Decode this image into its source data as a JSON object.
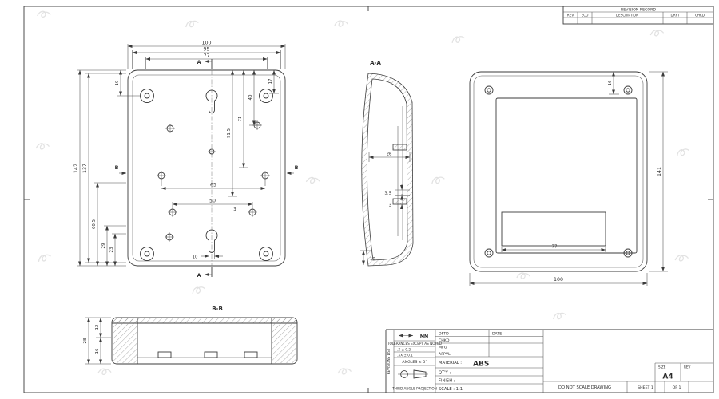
{
  "revision_record": {
    "title": "REVISION RECORD",
    "columns": [
      "REV",
      "ECO",
      "DESCRIPTION",
      "DRFT",
      "CHKD"
    ]
  },
  "front_view": {
    "section_a_top": "A",
    "section_a_bottom": "A",
    "section_b_left": "B",
    "section_b_right": "B",
    "dim_100": "100",
    "dim_95": "95",
    "dim_77": "77",
    "dim_142": "142",
    "dim_137": "137",
    "dim_19": "19",
    "dim_17": "17",
    "dim_40": "40",
    "dim_71": "71",
    "dim_91_5": "91.5",
    "dim_65": "65",
    "dim_50": "50",
    "dim_60_5": "60.5",
    "dim_29": "29",
    "dim_23": "23",
    "dim_10": "10",
    "dim_3": "3"
  },
  "section_aa": {
    "title": "A-A",
    "dim_26": "26",
    "dim_3_5": "3.5",
    "dim_3": "3",
    "dim_10": "10"
  },
  "back_view": {
    "dim_141": "141",
    "dim_100": "100",
    "dim_77": "77",
    "dim_16": "16"
  },
  "section_bb": {
    "title": "B-B",
    "dim_12": "12",
    "dim_28": "28",
    "dim_16": "16"
  },
  "title_block": {
    "side_label": "REVISIONS LIST",
    "units": "MM",
    "tolerances_heading": "TOLERANCES EXCEPT AS NOTED",
    "tol_row1": ".X   ± 0.2",
    "tol_row2": ".XX  ± 0.1",
    "angles": "ANGLES ± 5°",
    "projection": "THIRD ANGLE PROJECTION",
    "dftd": "DFTD",
    "date": "DATE",
    "chkd": "CHKD",
    "mfg": "MFG",
    "appvl": "APPVL",
    "material_label": "MATERIAL :",
    "material_value": "ABS",
    "qty": "QT'Y :",
    "finish": "FINISH :",
    "scale": "SCALE : 1:1",
    "do_not_scale": "DO NOT SCALE DRAWING",
    "size_label": "SIZE",
    "size_value": "A4",
    "rev_label": "REV",
    "sheet": "SHEET 1",
    "of": "OF 1"
  }
}
